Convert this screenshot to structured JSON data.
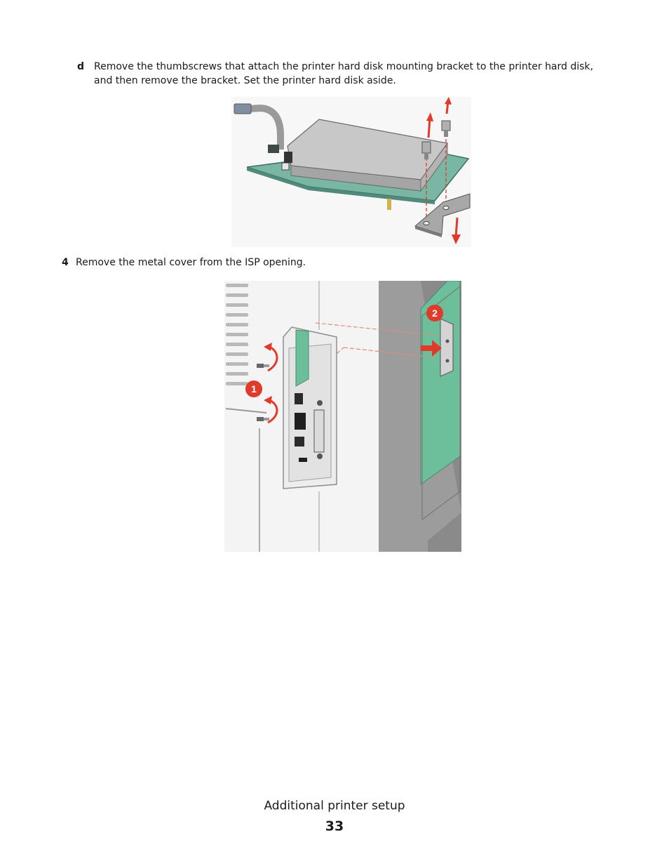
{
  "steps": {
    "d": {
      "marker": "d",
      "text": "Remove the thumbscrews that attach the printer hard disk mounting bracket to the printer hard disk, and then remove the bracket. Set the printer hard disk aside."
    },
    "four": {
      "marker": "4",
      "text": "Remove the metal cover from the ISP opening."
    }
  },
  "figures": {
    "isp_callouts": [
      "1",
      "2"
    ]
  },
  "footer": {
    "title": "Additional printer setup",
    "page_number": "33"
  },
  "colors": {
    "callout_red": "#e03a2a",
    "board_green": "#6cbf9a",
    "metal_gray": "#8e8e8e"
  }
}
